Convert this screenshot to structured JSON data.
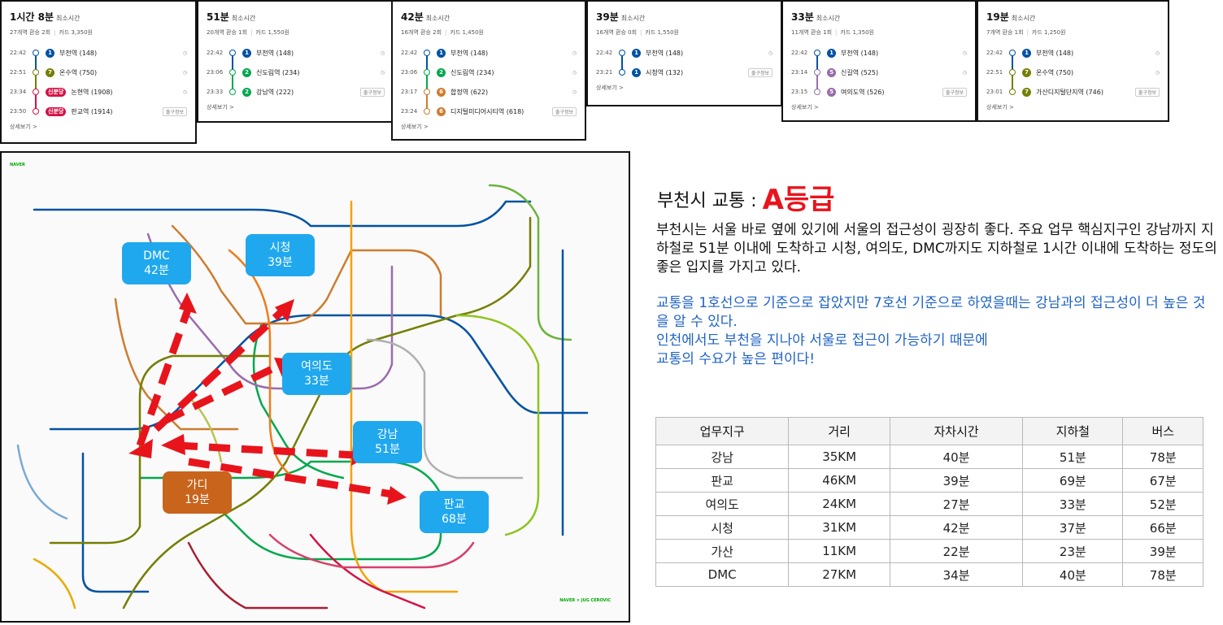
{
  "cards": [
    {
      "duration": "1시간 8분",
      "min_label": "최소시간",
      "stations_transfers": "27개역 환승 2회",
      "fare": "카드 3,350원",
      "stops": [
        {
          "time": "22:42",
          "badge": "1",
          "color": "#0052a4",
          "name": "부천역 (148)",
          "right": "clock"
        },
        {
          "time": "22:51",
          "badge": "7",
          "color": "#747f00",
          "name": "온수역 (750)",
          "right": "clock"
        },
        {
          "time": "23:34",
          "badge": "신분당",
          "color": "#d31145",
          "name": "논현역 (1908)",
          "right": "clock"
        },
        {
          "time": "23:50",
          "badge": "신분당",
          "color": "#d31145",
          "name": "판교역 (1914)",
          "right": "exit"
        }
      ],
      "more": "상세보기 >"
    },
    {
      "duration": "51분",
      "min_label": "최소시간",
      "stations_transfers": "20개역 환승 1회",
      "fare": "카드 1,550원",
      "stops": [
        {
          "time": "22:42",
          "badge": "1",
          "color": "#0052a4",
          "name": "부천역 (148)",
          "right": "clock"
        },
        {
          "time": "23:06",
          "badge": "2",
          "color": "#00a84d",
          "name": "신도림역 (234)",
          "right": "clock"
        },
        {
          "time": "23:33",
          "badge": "2",
          "color": "#00a84d",
          "name": "강남역 (222)",
          "right": "exit"
        }
      ],
      "more": "상세보기 >"
    },
    {
      "duration": "42분",
      "min_label": "최소시간",
      "stations_transfers": "16개역 환승 2회",
      "fare": "카드 1,450원",
      "stops": [
        {
          "time": "22:42",
          "badge": "1",
          "color": "#0052a4",
          "name": "부천역 (148)",
          "right": "clock"
        },
        {
          "time": "23:06",
          "badge": "2",
          "color": "#00a84d",
          "name": "신도림역 (234)",
          "right": "clock"
        },
        {
          "time": "23:17",
          "badge": "6",
          "color": "#cd7c2f",
          "name": "합정역 (622)",
          "right": "clock"
        },
        {
          "time": "23:24",
          "badge": "6",
          "color": "#cd7c2f",
          "name": "디지털미디어시티역 (618)",
          "right": "exit"
        }
      ],
      "more": "상세보기 >"
    },
    {
      "duration": "39분",
      "min_label": "최소시간",
      "stations_transfers": "16개역 환승 0회",
      "fare": "카드 1,550원",
      "stops": [
        {
          "time": "22:42",
          "badge": "1",
          "color": "#0052a4",
          "name": "부천역 (148)",
          "right": "clock"
        },
        {
          "time": "23:21",
          "badge": "1",
          "color": "#0052a4",
          "name": "시청역 (132)",
          "right": "exit"
        }
      ],
      "more": "상세보기 >"
    },
    {
      "duration": "33분",
      "min_label": "최소시간",
      "stations_transfers": "11개역 환승 1회",
      "fare": "카드 1,350원",
      "stops": [
        {
          "time": "22:42",
          "badge": "1",
          "color": "#0052a4",
          "name": "부천역 (148)",
          "right": "clock"
        },
        {
          "time": "23:14",
          "badge": "5",
          "color": "#996cac",
          "name": "신길역 (525)",
          "right": "clock"
        },
        {
          "time": "23:15",
          "badge": "5",
          "color": "#996cac",
          "name": "여의도역 (526)",
          "right": "exit"
        }
      ],
      "more": "상세보기 >"
    },
    {
      "duration": "19분",
      "min_label": "최소시간",
      "stations_transfers": "7개역 환승 1회",
      "fare": "카드 1,250원",
      "stops": [
        {
          "time": "22:42",
          "badge": "1",
          "color": "#0052a4",
          "name": "부천역 (148)",
          "right": "clock"
        },
        {
          "time": "22:51",
          "badge": "7",
          "color": "#747f00",
          "name": "온수역 (750)",
          "right": "clock"
        },
        {
          "time": "23:01",
          "badge": "7",
          "color": "#747f00",
          "name": "가산디지털단지역 (746)",
          "right": "exit"
        }
      ],
      "more": "상세보기 >"
    }
  ],
  "exit_label": "출구정보",
  "map": {
    "logo": "NAVER",
    "credit": "NAVER × JUG CEROVIC",
    "destinations": [
      {
        "name": "DMC",
        "time": "42분"
      },
      {
        "name": "시청",
        "time": "39분"
      },
      {
        "name": "여의도",
        "time": "33분"
      },
      {
        "name": "강남",
        "time": "51분"
      },
      {
        "name": "가디",
        "time": "19분"
      },
      {
        "name": "판교",
        "time": "68분"
      }
    ]
  },
  "panel": {
    "title": "부천시 교통 : ",
    "grade": "A등급",
    "paragraph_black": "부천시는 서울 바로 옆에 있기에 서울의 접근성이 굉장히 좋다. 주요 업무 핵심지구인 강남까지 지하철로 51분 이내에 도착하고 시청, 여의도, DMC까지도 지하철로 1시간 이내에 도착하는 정도의 좋은 입지를 가지고 있다.",
    "paragraph_blue_1": "교통을 1호선으로 기준으로 잡았지만 7호선 기준으로 하였을때는 강남과의 접근성이 더 높은 것을 알 수 있다.",
    "paragraph_blue_2": "인천에서도 부천을 지나야 서울로 접근이 가능하기 때문에",
    "paragraph_blue_3": "교통의 수요가 높은 편이다!"
  },
  "table": {
    "headers": [
      "업무지구",
      "거리",
      "자차시간",
      "지하철",
      "버스"
    ],
    "rows": [
      [
        "강남",
        "35KM",
        "40분",
        "51분",
        "78분"
      ],
      [
        "판교",
        "46KM",
        "39분",
        "69분",
        "67분"
      ],
      [
        "여의도",
        "24KM",
        "27분",
        "33분",
        "52분"
      ],
      [
        "시청",
        "31KM",
        "42분",
        "37분",
        "66분"
      ],
      [
        "가산",
        "11KM",
        "22분",
        "23분",
        "39분"
      ],
      [
        "DMC",
        "27KM",
        "34분",
        "40분",
        "78분"
      ]
    ]
  }
}
